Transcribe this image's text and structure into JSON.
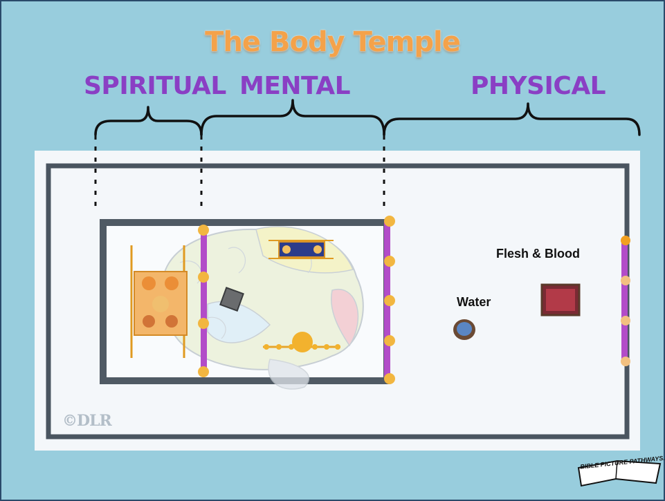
{
  "title": "The Body Temple",
  "sections": {
    "spiritual": "SPIRITUAL",
    "mental": "MENTAL",
    "physical": "PHYSICAL"
  },
  "labels": {
    "flesh_and_blood": "Flesh & Blood",
    "water": "Water"
  },
  "watermark": "©DLR",
  "logo": "BIBLE PICTURE PATHWAYS.COM",
  "colors": {
    "background": "#98cddd",
    "title": "#f4a24a",
    "section_labels": "#8a3fc4",
    "pillars": "#b24cc8",
    "pillar_caps": "#f2b640",
    "altar": "#b23a48",
    "laver": "#4a6fb0"
  }
}
